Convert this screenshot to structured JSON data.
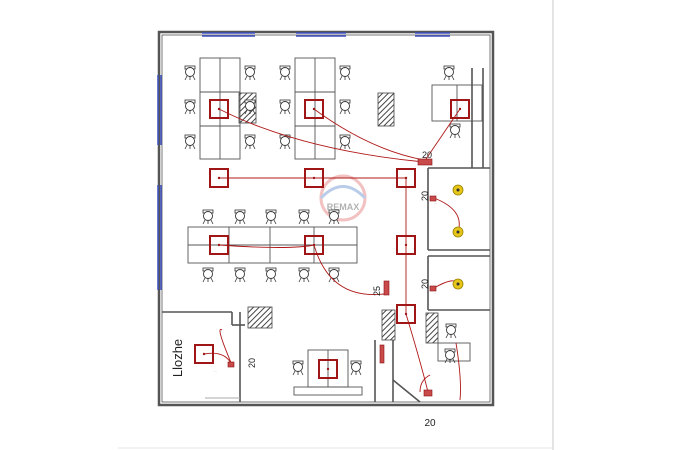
{
  "floorplan": {
    "room_label": "Llozhe",
    "dimensions": [
      "20",
      "20",
      "25",
      "20",
      "20"
    ],
    "watermark": "REMAX",
    "colors": {
      "wall": "#555555",
      "light_box": "#a01616",
      "wiring": "#b01818",
      "window": "#3a4fbf",
      "hatch": "#444444",
      "fixture": "#e6c619",
      "watermark": "#d9534f"
    },
    "icons": [
      "ceiling-light-icon",
      "office-chair-icon",
      "desk-icon",
      "electrical-panel-icon",
      "wall-lamp-icon"
    ]
  }
}
